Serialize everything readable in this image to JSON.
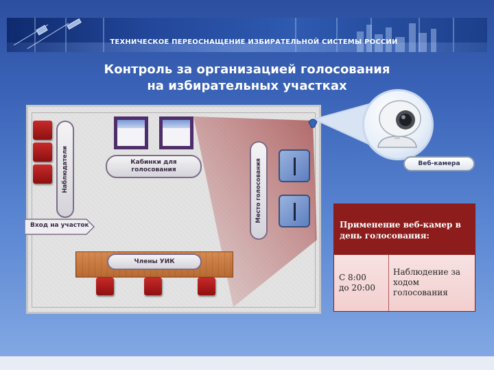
{
  "banner": {
    "title": "ТЕХНИЧЕСКОЕ ПЕРЕОСНАЩЕНИЕ ИЗБИРАТЕЛЬНОЙ СИСТЕМЫ РОССИИ"
  },
  "page": {
    "title_line1": "Контроль за организацией голосования",
    "title_line2": "на избирательных участках"
  },
  "diagram": {
    "observers_label": "Наблюдатели",
    "booths_label_line1": "Кабинки для",
    "booths_label_line2": "голосования",
    "voting_place_label": "Место голосования",
    "entrance_label": "Вход на участок",
    "members_label": "Члены УИК",
    "camera_label": "Веб-камера"
  },
  "info": {
    "heading_line1": "Применение веб-камер в",
    "heading_line2": "день голосования:",
    "time_line1": "С 8:00",
    "time_line2": "до 20:00",
    "purpose_line1": "Наблюдение за",
    "purpose_line2": "ходом",
    "purpose_line3": "голосования"
  },
  "colors": {
    "accent_red": "#8d1c1c",
    "booth_purple": "#4e2d6a",
    "chair_red": "#b01c1c"
  }
}
